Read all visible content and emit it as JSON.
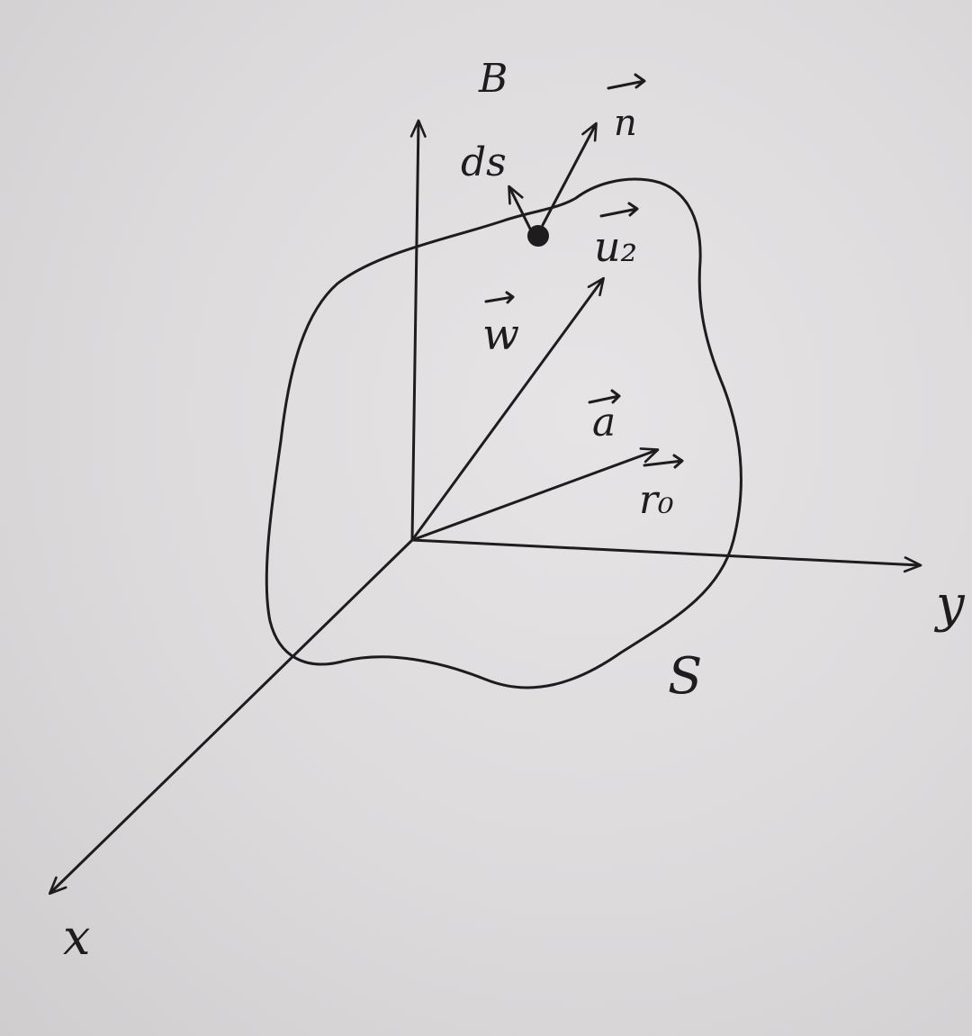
{
  "labels": {
    "B": "B",
    "n": "n",
    "ds": "ds",
    "u2": "u₂",
    "w": "w",
    "a": "a",
    "r0": "r₀",
    "y": "y",
    "x": "x",
    "S": "S"
  },
  "colors": {
    "ink": "#1d1c1e",
    "paper": "#dcdadb"
  }
}
